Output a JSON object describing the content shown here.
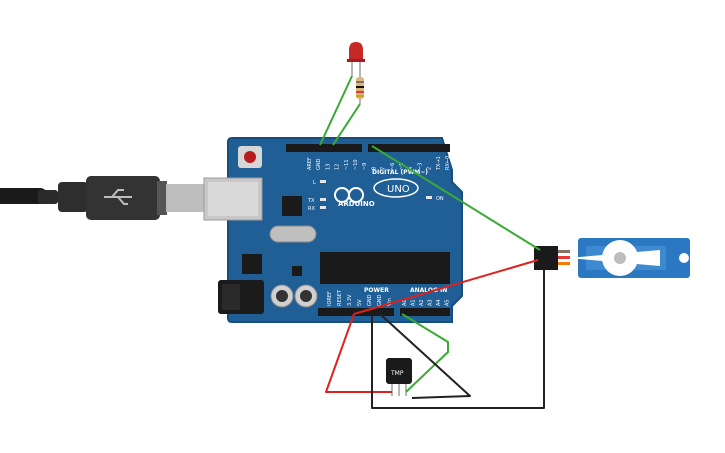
{
  "board": {
    "brand": "ARDUINO",
    "model": "UNO",
    "digital_header": "DIGITAL (PWM~)",
    "power_header": "POWER",
    "analog_header": "ANALOG IN",
    "on_label": "ON",
    "led_labels": [
      "L",
      "TX",
      "RX"
    ],
    "digital_pins": [
      "AREF",
      "GND",
      "13",
      "12",
      "~11",
      "~10",
      "~9",
      "8",
      "7",
      "~6",
      "~5",
      "4",
      "~3",
      "2",
      "TX→1",
      "RX←0"
    ],
    "power_pins": [
      "IOREF",
      "RESET",
      "3.3V",
      "5V",
      "GND",
      "GND",
      "Vin"
    ],
    "analog_pins": [
      "A0",
      "A1",
      "A2",
      "A3",
      "A4",
      "A5"
    ]
  },
  "sensor": {
    "label": "TMP"
  },
  "colors": {
    "board": "#1f5f96",
    "board_edge": "#174d7c",
    "wire_green": "#3aaa35",
    "wire_red": "#e0201b",
    "wire_black": "#222222",
    "servo": "#2a78c2",
    "led": "#c62828"
  }
}
